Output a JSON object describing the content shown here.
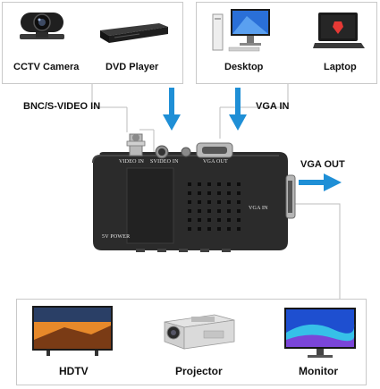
{
  "sources": {
    "cctv_camera": "CCTV Camera",
    "dvd_player": "DVD Player",
    "desktop": "Desktop",
    "laptop": "Laptop"
  },
  "inputs": {
    "bnc_svideo_in": "BNC/S-VIDEO IN",
    "vga_in": "VGA IN",
    "vga_out": "VGA OUT"
  },
  "device": {
    "video_in": "VIDEO IN",
    "svideo_in": "SVIDEO IN",
    "vga_out": "VGA OUT",
    "vga_in": "VGA IN",
    "power": "5V POWER"
  },
  "outputs": {
    "hdtv": "HDTV",
    "projector": "Projector",
    "monitor": "Monitor"
  },
  "colors": {
    "arrow_blue": "#1f8fd6",
    "device_body": "#2b2b2b",
    "frame_gray": "#c9c9c9"
  }
}
